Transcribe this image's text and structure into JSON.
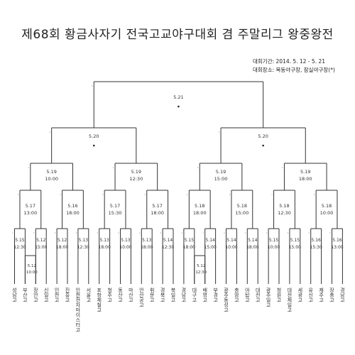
{
  "title": "제68회 황금사자기 전국고교야구대회 겸 주말리그 왕중왕전",
  "info": {
    "period": "대회기간: 2014. 5. 12 - 5. 21",
    "venue": "대회장소: 목동야구장, 잠실야구장(*)"
  },
  "final": {
    "date": "5.21",
    "jamsil": true
  },
  "semis": [
    {
      "date": "5.20",
      "jamsil": true
    },
    {
      "date": "5.20",
      "jamsil": true
    }
  ],
  "quarters": [
    {
      "date": "5.19",
      "time": "10:00"
    },
    {
      "date": "5.19",
      "time": "12:30"
    },
    {
      "date": "5.19",
      "time": "15:00"
    },
    {
      "date": "5.19",
      "time": "18:00"
    }
  ],
  "round16": [
    {
      "date": "5.17",
      "time": "13:00"
    },
    {
      "date": "5.16",
      "time": "18:00"
    },
    {
      "date": "5.17",
      "time": "15:30"
    },
    {
      "date": "5.17",
      "time": "18:00"
    },
    {
      "date": "5.18",
      "time": "18:00"
    },
    {
      "date": "5.18",
      "time": "15:00"
    },
    {
      "date": "5.18",
      "time": "12:30"
    },
    {
      "date": "5.18",
      "time": "10:00"
    }
  ],
  "round32": [
    {
      "date": "5.15",
      "time": "12:30"
    },
    {
      "date": "5.12",
      "time": "15:00"
    },
    {
      "date": "5.12",
      "time": "18:00"
    },
    {
      "date": "5.13",
      "time": "12:30"
    },
    {
      "date": "5.13",
      "time": "18:00"
    },
    {
      "date": "5.13",
      "time": "10:00"
    },
    {
      "date": "5.13",
      "time": "18:00"
    },
    {
      "date": "5.14",
      "time": "12:30"
    },
    {
      "date": "5.15",
      "time": "18:00"
    },
    {
      "date": "5.14",
      "time": "15:00"
    },
    {
      "date": "5.14",
      "time": "10:00"
    },
    {
      "date": "5.14",
      "time": "18:00"
    },
    {
      "date": "5.15",
      "time": "10:00"
    },
    {
      "date": "5.15",
      "time": "15:00"
    },
    {
      "date": "5.16",
      "time": "15:30"
    },
    {
      "date": "5.16",
      "time": "13:00"
    }
  ],
  "opening": [
    {
      "date": "5.12",
      "time": "10:00"
    },
    {
      "date": "5.12",
      "time": "12:30"
    }
  ],
  "teams": [
    "성남고",
    "부산고",
    "장안고",
    "신일고",
    "인천고",
    "진흥고",
    "인천전자마이스터고",
    "서울고",
    "포항제철고",
    "청주고",
    "동산고",
    "마산고",
    "안산공고",
    "휘문고",
    "경북고",
    "북일고",
    "경남고",
    "대구고",
    "배명고",
    "부경고",
    "광주동성고",
    "충암고",
    "야탑고",
    "대전고",
    "광주일고",
    "청원고",
    "대전제일고",
    "세광고",
    "유신고",
    "제주고",
    "장충고",
    "경남고"
  ]
}
